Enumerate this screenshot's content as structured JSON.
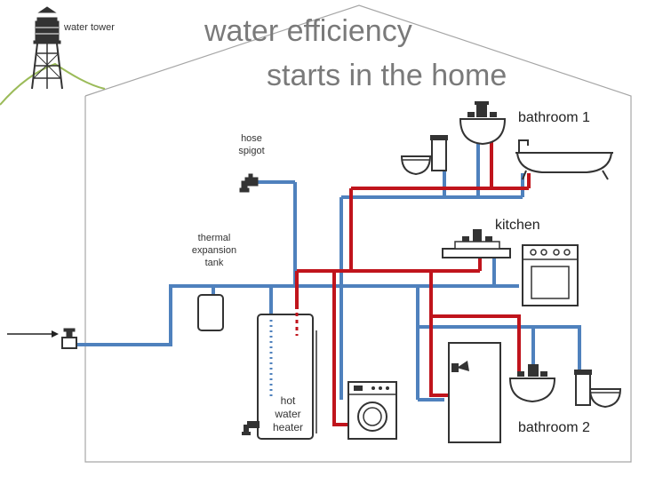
{
  "title": {
    "line1": "water efficiency",
    "line2": "starts in the home"
  },
  "labels": {
    "water_tower": "water tower",
    "hose_spigot": [
      "hose",
      "spigot"
    ],
    "thermal_tank": [
      "thermal",
      "expansion",
      "tank"
    ],
    "water_heater": [
      "hot",
      "water",
      "heater"
    ],
    "bathroom1": "bathroom 1",
    "kitchen": "kitchen",
    "bathroom2": "bathroom 2"
  },
  "colors": {
    "cold_pipe": "#4f81bd",
    "hot_pipe": "#c0141c",
    "house_outline": "#a6a6a6",
    "ground_line": "#9bbb59",
    "fixture_stroke": "#333333",
    "title_text": "#7a7a7a"
  }
}
